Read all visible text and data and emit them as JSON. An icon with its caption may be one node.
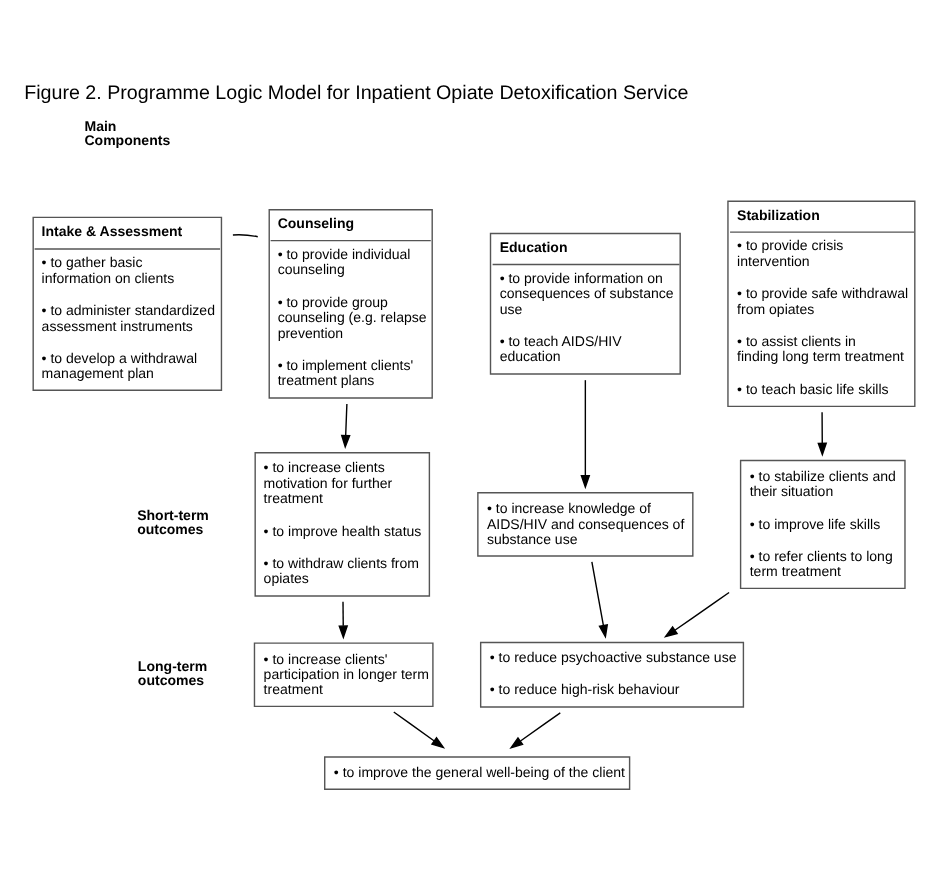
{
  "diagram": {
    "title": "Figure 2. Programme Logic Model for Inpatient Opiate Detoxification Service",
    "nodes": [
      {
        "text": [
          "Intake & Assessment",
          "• to gather basic information on clients",
          "• to administer standardized assessment instruments",
          "• to develop a withdrawal management plan"
        ]
      },
      {
        "text": [
          "Counseling",
          "• to provide individual counseling",
          "• to provide group counseling (e.g. relapse prevention",
          "• to implement clients' treatment plans"
        ]
      },
      {
        "text": [
          "Education",
          "• to provide information on consequences of substance use",
          "• to teach AIDS/HIV education"
        ]
      },
      {
        "text": [
          "Stabilization",
          "• to provide crisis intervention",
          "• to provide safe withdrawal from opiates",
          "• to assist clients in finding long term treatment",
          "• to teach basic life skills"
        ]
      },
      {
        "text": [
          "• to increase clients motivation for further treatment",
          "• to improve health status",
          "• to withdraw clients from opiates"
        ]
      },
      {
        "text": [
          "• to increase knowledge of AIDS/HIV and consequences of substance use"
        ]
      },
      {
        "text": [
          "• to stabilize clients and their situation",
          "• to improve life skills",
          "• to refer clients to long term treatment"
        ]
      },
      {
        "text": [
          "• to increase clients' participation in longer term treatment"
        ]
      },
      {
        "text": [
          "• to reduce psychoactive substance use",
          "• to reduce high-risk behaviour"
        ]
      },
      {
        "text": [
          "• to improve the general well-being of the client"
        ]
      }
    ],
    "edges": [
      {
        "from": 0,
        "to": 1,
        "arrow": "none"
      },
      {
        "from": 1,
        "to": 4,
        "arrow": "to"
      },
      {
        "from": 2,
        "to": 5,
        "arrow": "to"
      },
      {
        "from": 3,
        "to": 6,
        "arrow": "to"
      },
      {
        "from": 4,
        "to": 7,
        "arrow": "to"
      },
      {
        "from": 5,
        "to": 8,
        "arrow": "to"
      },
      {
        "from": 6,
        "to": 8,
        "arrow": "to"
      },
      {
        "from": 7,
        "to": 9,
        "arrow": "to"
      },
      {
        "from": 8,
        "to": 9,
        "arrow": "to"
      }
    ],
    "labels": [
      "Main Components",
      "Short-term outcomes",
      "Long-term outcomes"
    ]
  }
}
